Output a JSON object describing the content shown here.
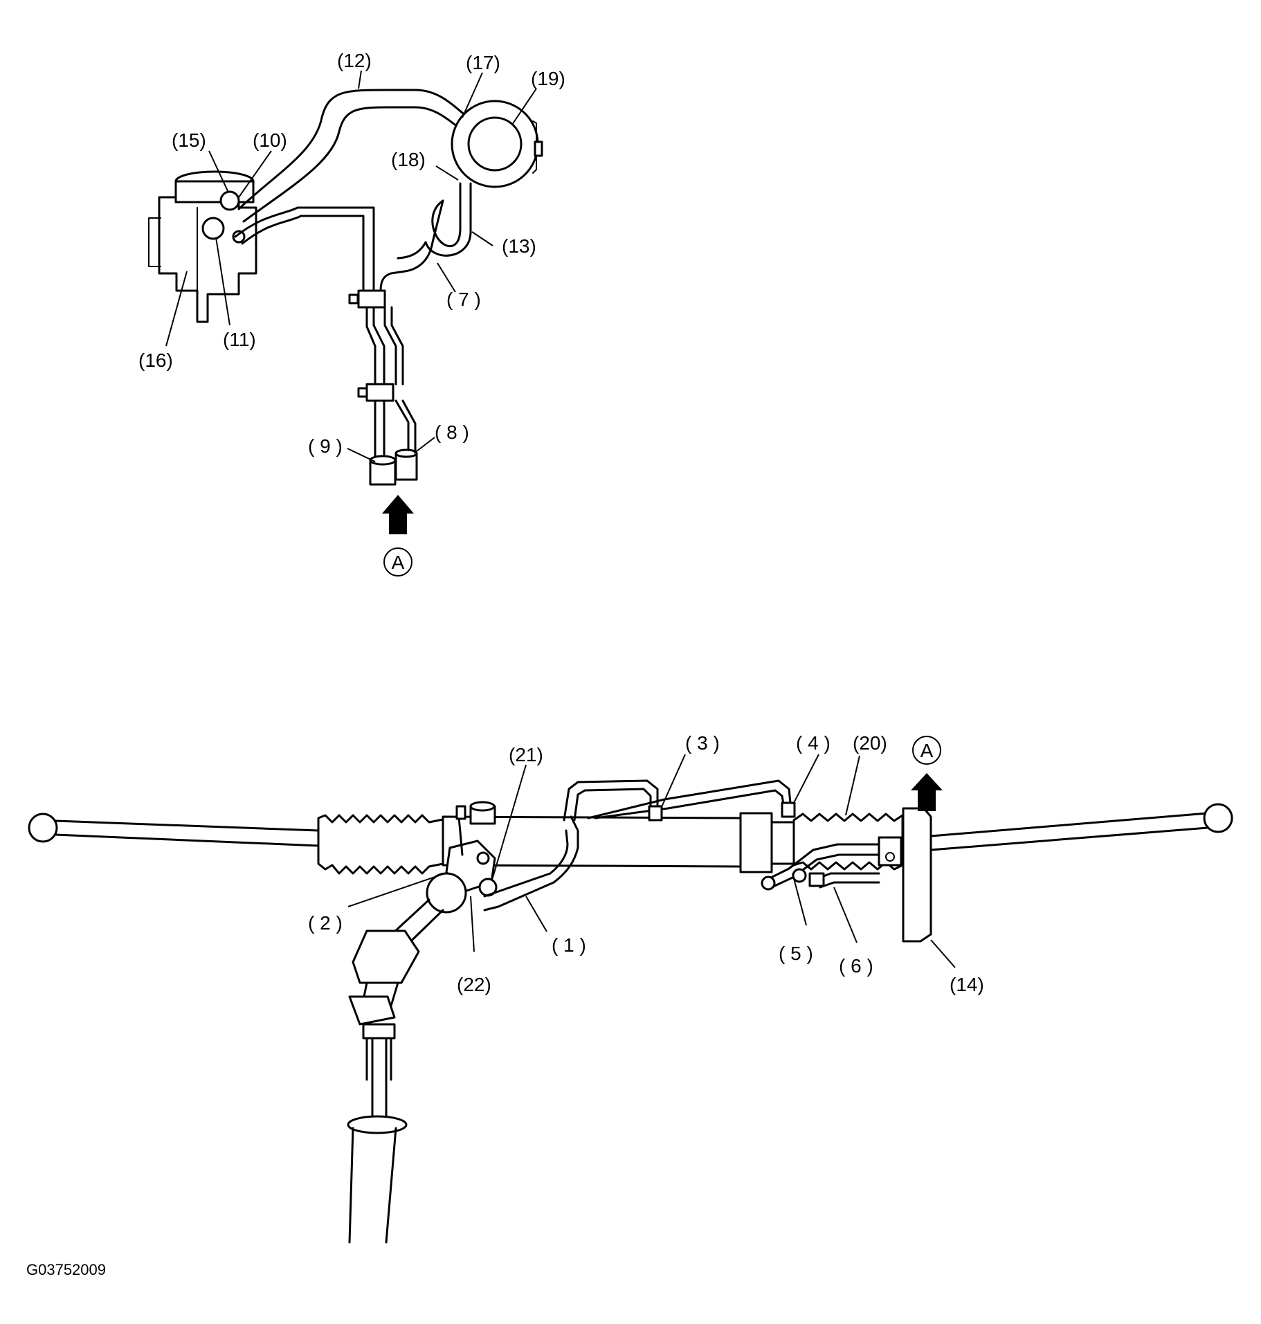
{
  "labels": {
    "l1": "( 1 )",
    "l2": "( 2 )",
    "l3": "( 3 )",
    "l4": "( 4 )",
    "l5": "( 5 )",
    "l6": "( 6 )",
    "l7": "( 7 )",
    "l8": "( 8 )",
    "l9": "( 9 )",
    "l10": "(10)",
    "l11": "(11)",
    "l12": "(12)",
    "l13": "(13)",
    "l14": "(14)",
    "l15": "(15)",
    "l16": "(16)",
    "l17": "(17)",
    "l18": "(18)",
    "l19": "(19)",
    "l20": "(20)",
    "l21": "(21)",
    "l22": "(22)"
  },
  "view_markers": {
    "a_top": "A",
    "a_bottom": "A"
  },
  "figure_code": "G03752009"
}
